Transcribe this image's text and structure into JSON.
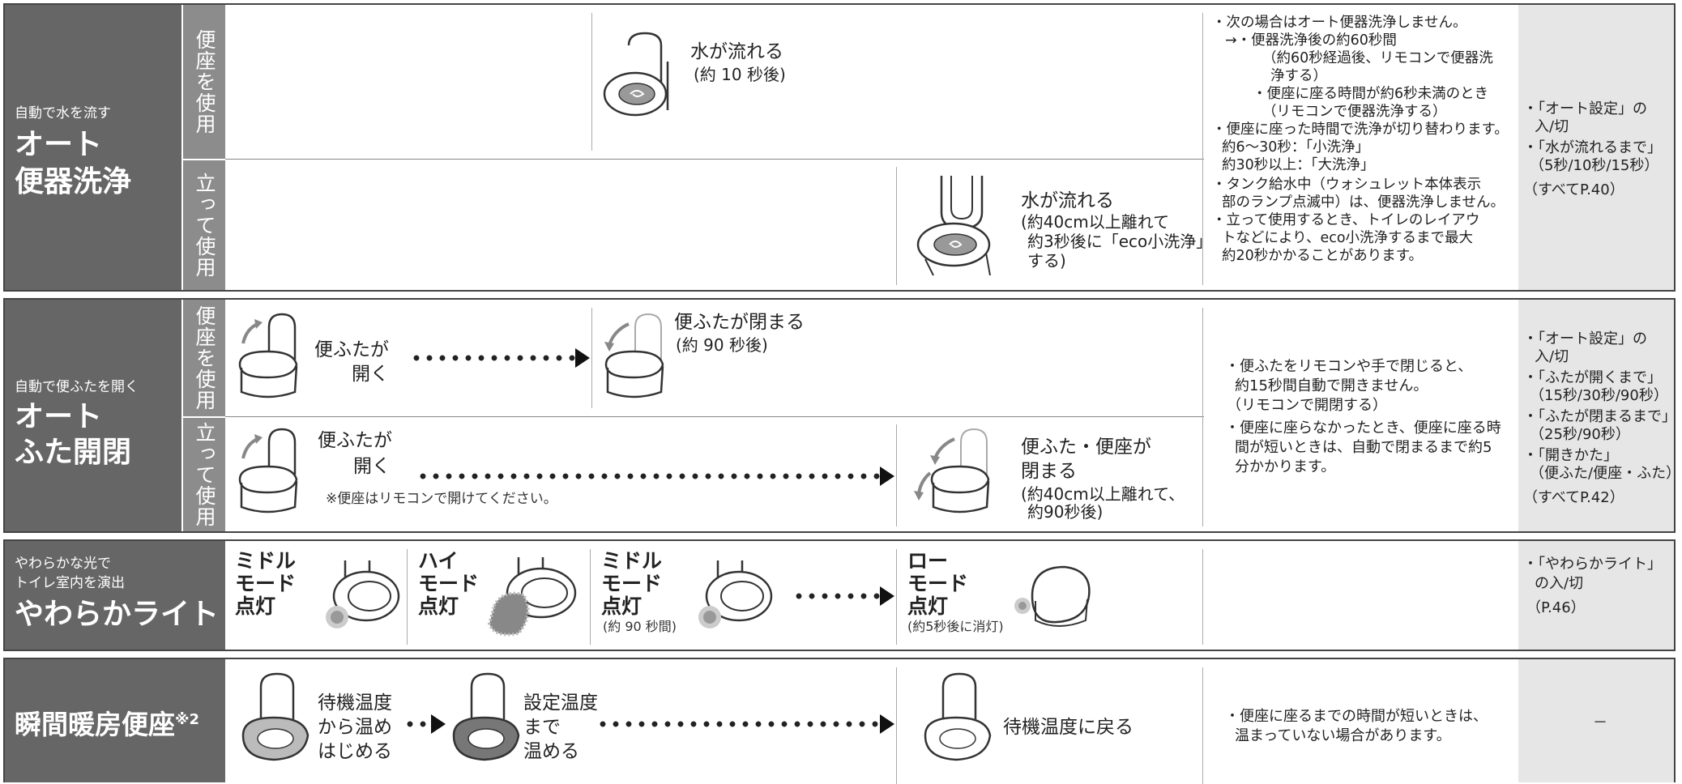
{
  "s1": {
    "label_small": "自動で水を流す",
    "label_big1": "オート",
    "label_big2": "便器洗浄",
    "sub_sit": "便座を使用",
    "sub_stand": "立って使用",
    "sit_t1": "水が流れる",
    "sit_t2": "(約 10 秒後)",
    "stand_t1": "水が流れる",
    "stand_t2": "(約40cm以上離れて",
    "stand_t3": "約3秒後に「eco小洗浄」",
    "stand_t4": "する)",
    "notes": [
      "・次の場合はオート便器洗浄しません。",
      "→・便器洗浄後の約60秒間",
      "（約60秒経過後、リモコンで便器洗",
      "浄する）",
      "・便座に座る時間が約6秒未満のとき",
      "（リモコンで便器洗浄する）",
      "・便座に座った時間で洗浄が切り替わります。",
      "約6～30秒：「小洗浄」",
      "約30秒以上：「大洗浄」",
      "・タンク給水中（ウォシュレット本体表示",
      "部のランプ点滅中）は、便器洗浄しません。",
      "・立って使用するとき、トイレのレイアウ",
      "トなどにより、eco小洗浄するまで最大",
      "約20秒かかることがあります。"
    ],
    "refs": [
      "・「オート設定」の",
      "入/切",
      "・「水が流れるまで」",
      "（5秒/10秒/15秒）",
      "（すべてP.40）"
    ]
  },
  "s2": {
    "label_small": "自動で便ふたを開く",
    "label_big1": "オート",
    "label_big2": "ふた開閉",
    "sub_sit": "便座を使用",
    "sub_stand": "立って使用",
    "sit_open1": "便ふたが",
    "sit_open2": "開く",
    "sit_close1": "便ふたが閉まる",
    "sit_close2": "(約 90 秒後)",
    "stand_open1": "便ふたが",
    "stand_open2": "開く",
    "stand_note": "※便座はリモコンで開けてください。",
    "stand_close1": "便ふた・便座が",
    "stand_close2": "閉まる",
    "stand_close3": "(約40cm以上離れて、",
    "stand_close4": "約90秒後)",
    "notes": [
      "・便ふたをリモコンや手で閉じると、",
      "約15秒間自動で開きません。",
      "（リモコンで開閉する）",
      "・便座に座らなかったとき、便座に座る時",
      "間が短いときは、自動で閉まるまで約5",
      "分かかります。"
    ],
    "refs": [
      "・「オート設定」の",
      "入/切",
      "・「ふたが開くまで」",
      "（15秒/30秒/90秒）",
      "・「ふたが閉まるまで」",
      "（25秒/90秒）",
      "・「開きかた」",
      "（便ふた/便座・ふた）",
      "（すべてP.42）"
    ]
  },
  "s3": {
    "label_small1": "やわらかな光で",
    "label_small2": "トイレ室内を演出",
    "label_big": "やわらかライト",
    "m1": [
      "ミドル",
      "モード",
      "点灯"
    ],
    "m2": [
      "ハイ",
      "モード",
      "点灯"
    ],
    "m3": [
      "ミドル",
      "モード",
      "点灯"
    ],
    "m3_note": "(約 90 秒間)",
    "m4": [
      "ロー",
      "モード",
      "点灯"
    ],
    "m4_note": "(約5秒後に消灯)",
    "refs": [
      "・「やわらかライト」",
      "の入/切",
      "（P.46）"
    ]
  },
  "s4": {
    "label_big": "瞬間暖房便座",
    "label_sup": "※2",
    "a1": "待機温度",
    "a2": "から温め",
    "a3": "はじめる",
    "b1": "設定温度",
    "b2": "まで",
    "b3": "温める",
    "c1": "待機温度に戻る",
    "note1": "・便座に座るまでの時間が短いときは、",
    "note2": "温まっていない場合があります。",
    "ref": "－"
  }
}
